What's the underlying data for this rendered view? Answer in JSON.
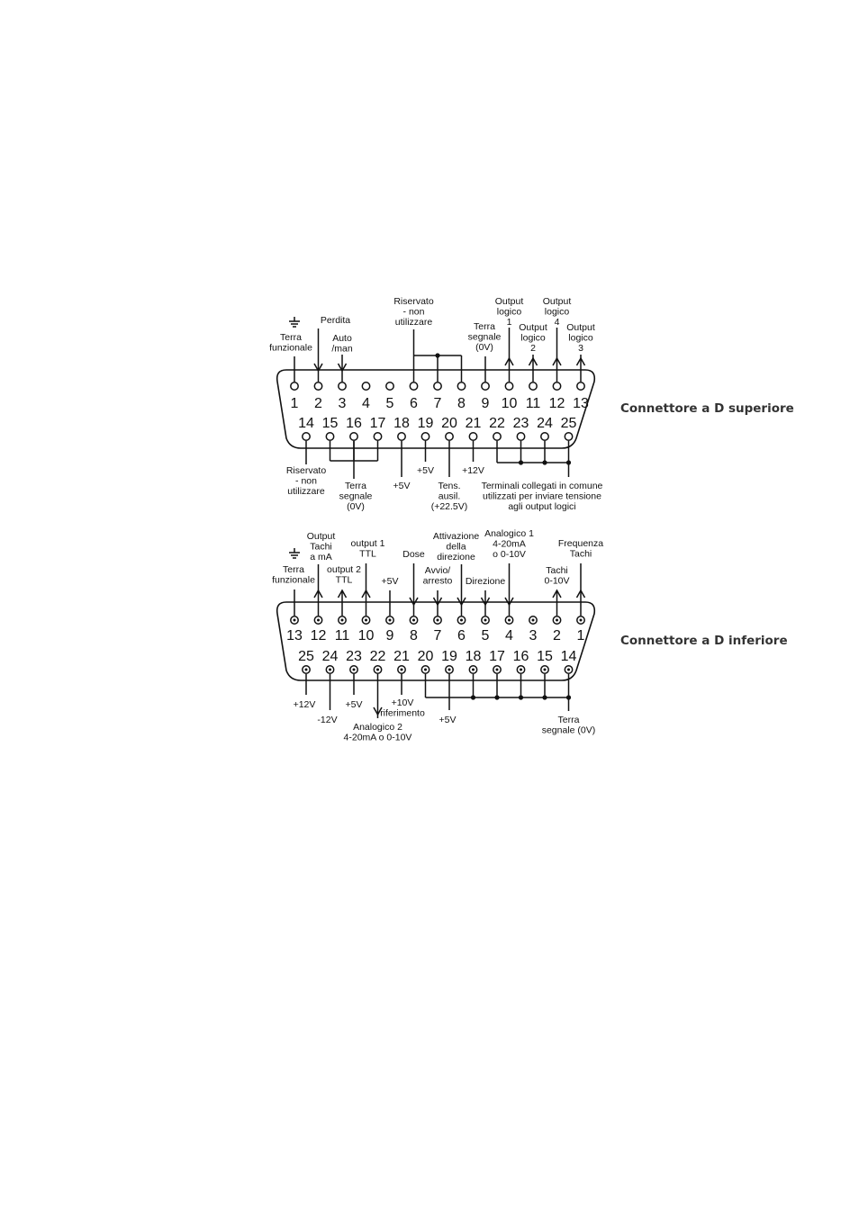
{
  "upper": {
    "title": "Connettore a D superiore",
    "pins": [
      "1",
      "2",
      "3",
      "4",
      "5",
      "6",
      "7",
      "8",
      "9",
      "10",
      "11",
      "12",
      "13",
      "14",
      "15",
      "16",
      "17",
      "18",
      "19",
      "20",
      "21",
      "22",
      "23",
      "24",
      "25"
    ],
    "labels": {
      "pin1": [
        "Terra",
        "funzionale"
      ],
      "pin2": [
        "Perdita"
      ],
      "pin3": [
        "Auto",
        "/man"
      ],
      "pin6_8": [
        "Riservato",
        "- non",
        "utilizzare"
      ],
      "pin9": [
        "Terra",
        "segnale",
        "(0V)"
      ],
      "pin10": [
        "Output",
        "logico",
        "1"
      ],
      "pin11": [
        "Output",
        "logico",
        "2"
      ],
      "pin12": [
        "Output",
        "logico",
        "4"
      ],
      "pin13": [
        "Output",
        "logico",
        "3"
      ],
      "pin14": [
        "Riservato",
        "- non",
        "utilizzare"
      ],
      "pin15_17": [
        "Terra",
        "segnale",
        "(0V)"
      ],
      "pin18": [
        "+5V"
      ],
      "pin19": [
        "+5V"
      ],
      "pin20": [
        "Tens.",
        "ausil.",
        "(+22.5V)"
      ],
      "pin21": [
        "+12V"
      ],
      "pin22_25": [
        "Terminali collegati in comune",
        "utilizzati per inviare tensione",
        "agli output logici"
      ]
    }
  },
  "lower": {
    "title": "Connettore a D inferiore",
    "pins": [
      "13",
      "12",
      "11",
      "10",
      "9",
      "8",
      "7",
      "6",
      "5",
      "4",
      "3",
      "2",
      "1",
      "25",
      "24",
      "23",
      "22",
      "21",
      "20",
      "19",
      "18",
      "17",
      "16",
      "15",
      "14"
    ],
    "labels": {
      "pin13": [
        "Terra",
        "funzionale"
      ],
      "pin12": [
        "Output",
        "Tachi",
        "a mA"
      ],
      "pin11": [
        "output 2",
        "TTL"
      ],
      "pin10": [
        "output 1",
        "TTL"
      ],
      "pin9": [
        "+5V"
      ],
      "pin8": [
        "Dose"
      ],
      "pin7": [
        "Avvio/",
        "arresto"
      ],
      "pin6": [
        "Attivazione",
        "della",
        "direzione"
      ],
      "pin5": [
        "Direzione"
      ],
      "pin4": [
        "Analogico 1",
        "4-20mA",
        "o 0-10V"
      ],
      "pin2": [
        "Tachi",
        "0-10V"
      ],
      "pin1": [
        "Frequenza",
        "Tachi"
      ],
      "pin25": [
        "+12V"
      ],
      "pin24": [
        "-12V"
      ],
      "pin23": [
        "+5V"
      ],
      "pin22": [
        "Analogico 2",
        "4-20mA o 0-10V"
      ],
      "pin21": [
        "+10V",
        "riferimento"
      ],
      "pin19": [
        "+5V"
      ],
      "pin20_14": [
        "Terra",
        "segnale (0V)"
      ]
    }
  }
}
